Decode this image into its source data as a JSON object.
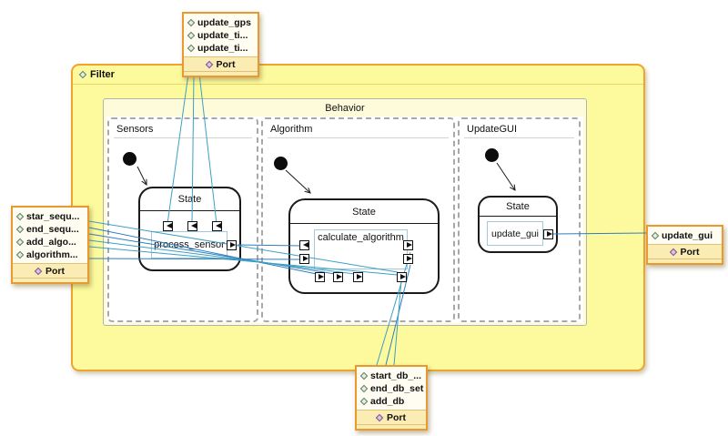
{
  "filter": {
    "label": "Filter"
  },
  "behavior": {
    "label": "Behavior",
    "regions": [
      {
        "label": "Sensors",
        "state_title": "State",
        "action": "process_sensor"
      },
      {
        "label": "Algorithm",
        "state_title": "State",
        "action": "calculate_algorithm"
      },
      {
        "label": "UpdateGUI",
        "state_title": "State",
        "action": "update_gui"
      }
    ]
  },
  "ports": {
    "top": {
      "items": [
        "update_gps",
        "update_ti...",
        "update_ti..."
      ],
      "footer": "Port"
    },
    "left": {
      "items": [
        "star_sequ...",
        "end_sequ...",
        "add_algo...",
        "algorithm..."
      ],
      "footer": "Port"
    },
    "right": {
      "items": [
        "update_gui"
      ],
      "footer": "Port"
    },
    "bottom": {
      "items": [
        "start_db_...",
        "end_db_set",
        "add_db"
      ],
      "footer": "Port"
    }
  },
  "colors": {
    "filter_fill": "#fdfa9e",
    "filter_border": "#eea42f",
    "portbox_fill": "#fbecb4",
    "portbox_border": "#e8992f",
    "behavior_fill": "#fdfbda",
    "connector_blue": "#2e7ebe",
    "connector_teal": "#3ba0c4"
  }
}
